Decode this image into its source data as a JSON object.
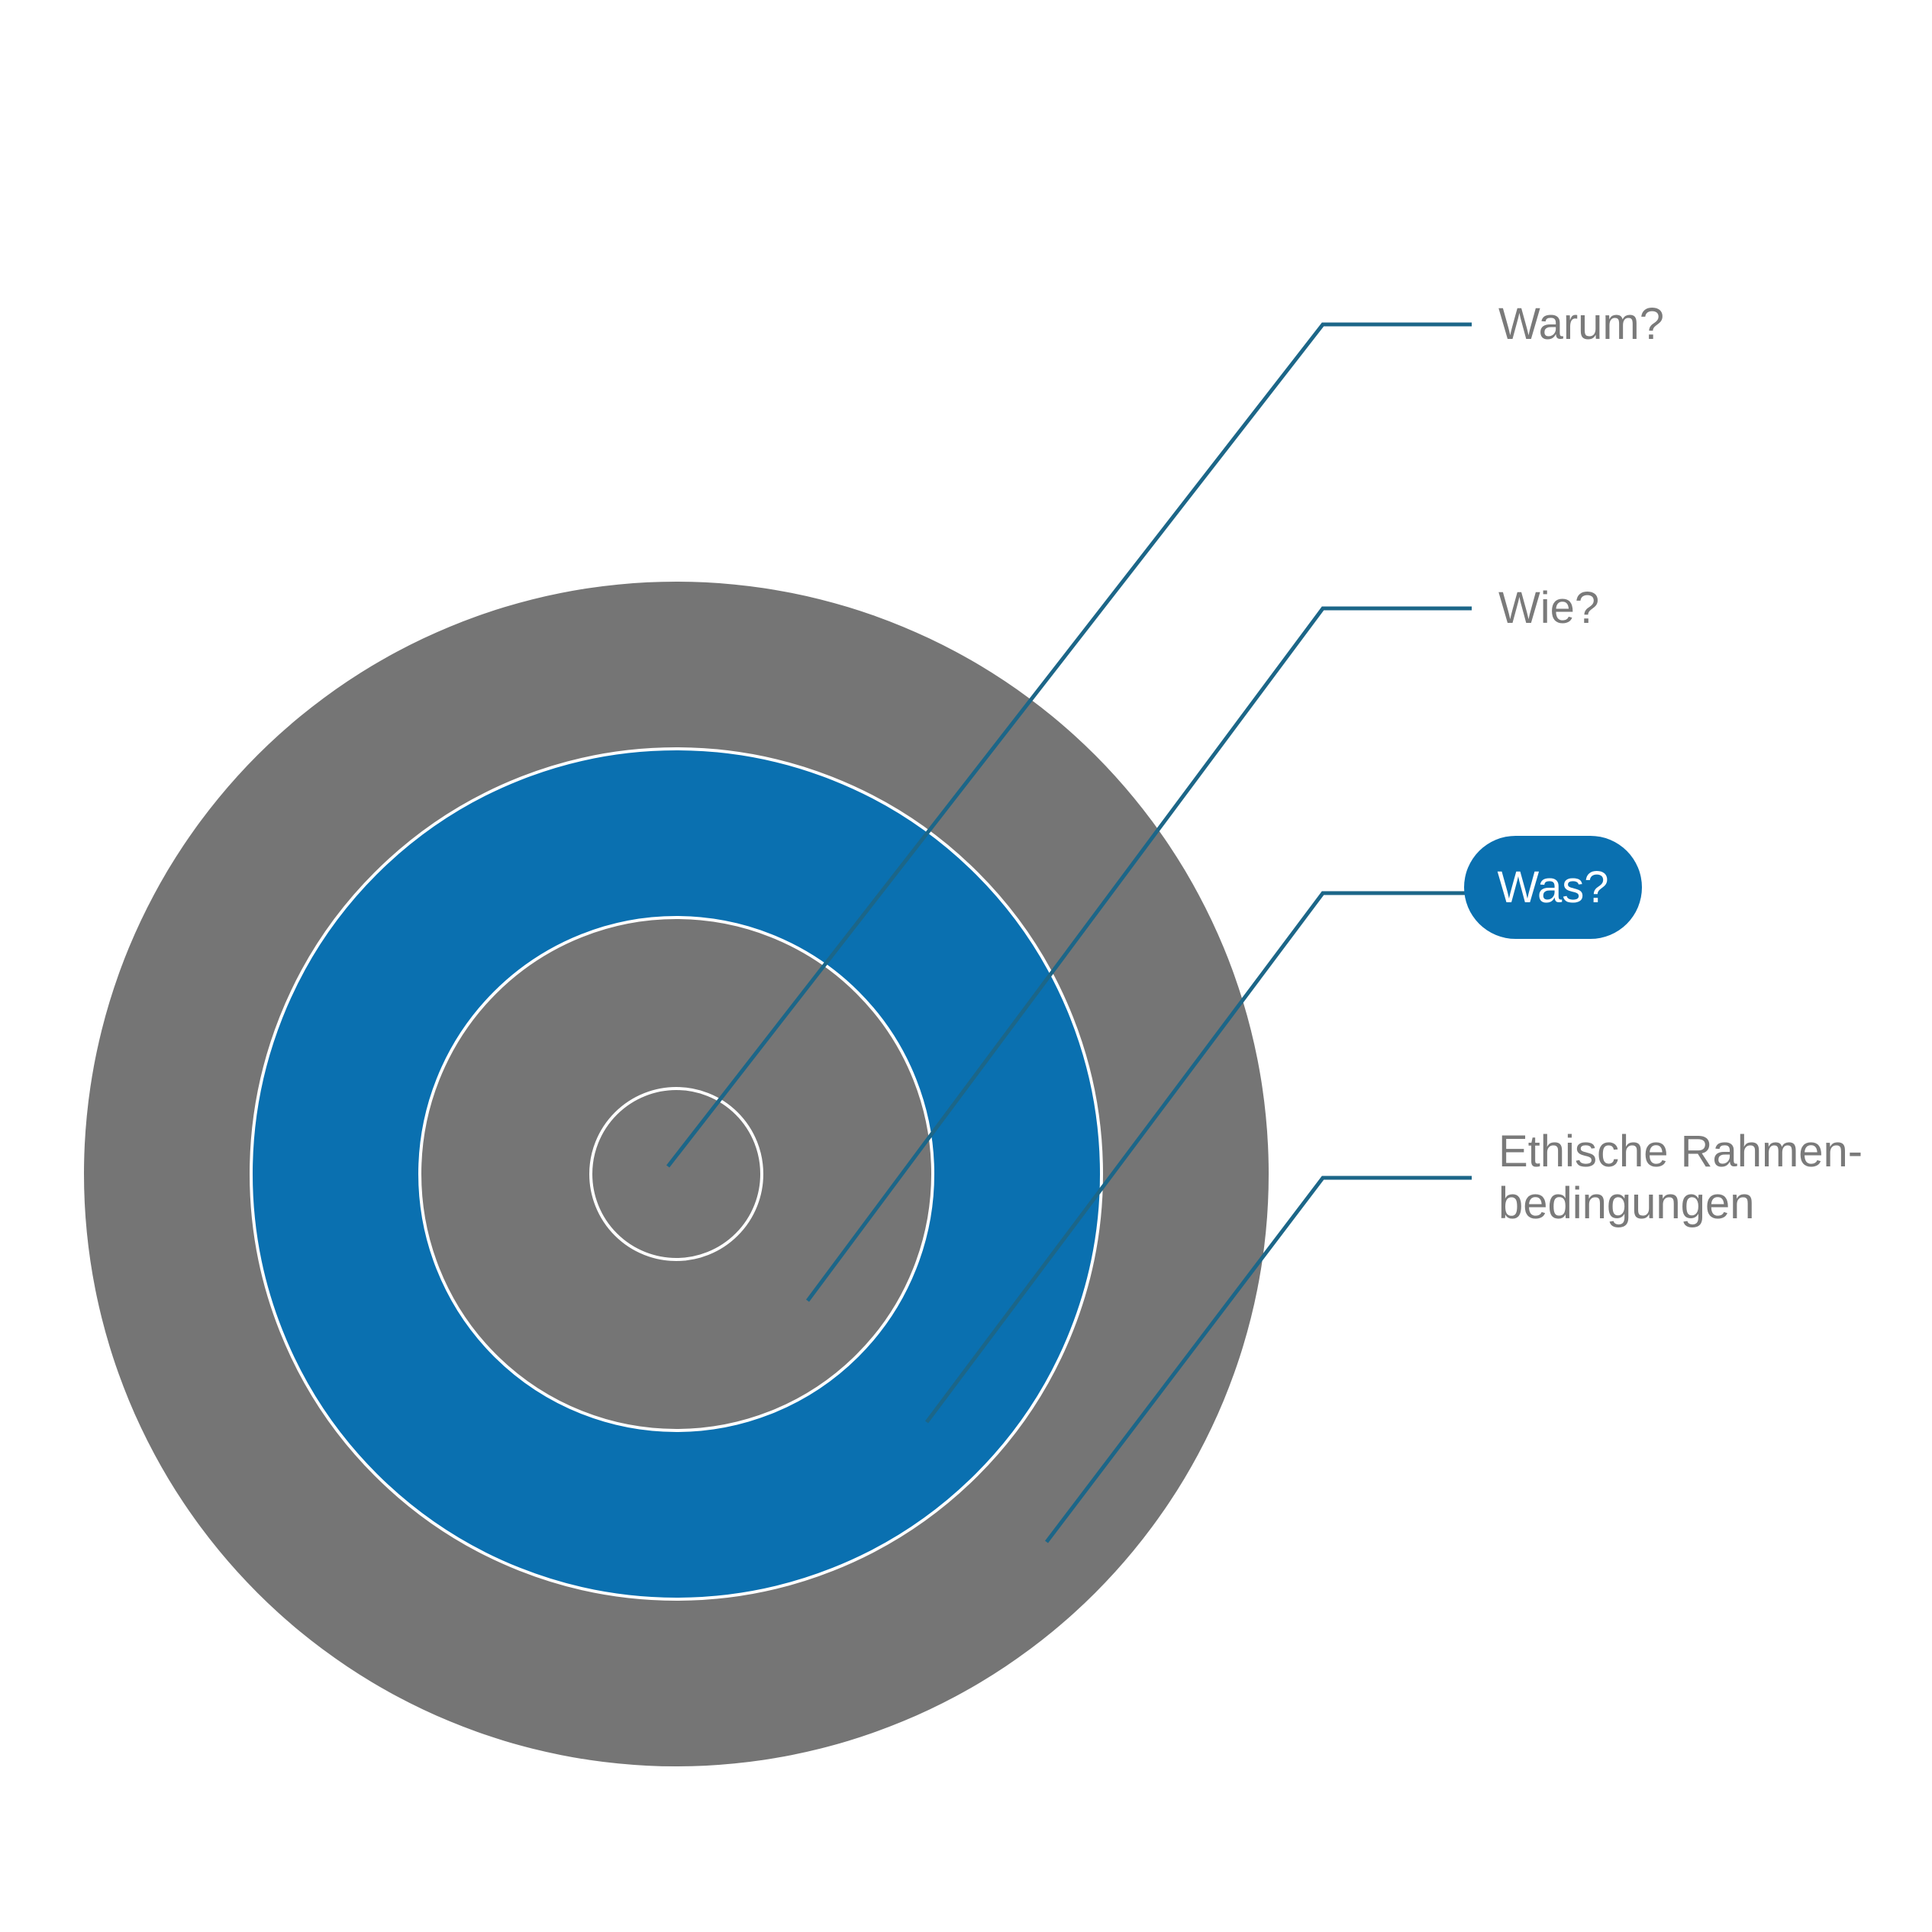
{
  "colors": {
    "ring_gray": "#757575",
    "ring_blue": "#0a70b0",
    "leader_line": "#1c6688",
    "label_text": "#7a7a7a",
    "highlight": "#0a70b0"
  },
  "labels": {
    "warum": "Warum?",
    "wie": "Wie?",
    "was": "Was?",
    "ethische_line1": "Ethische Rahmen-",
    "ethische_line2": "bedingungen"
  }
}
